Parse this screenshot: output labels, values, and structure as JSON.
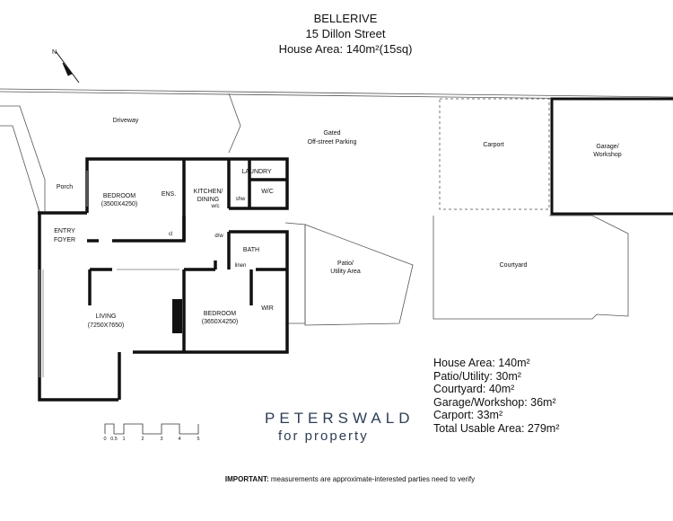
{
  "header": {
    "suburb": "BELLERIVE",
    "address": "15 Dillon Street",
    "house_area": "House Area: 140m²(15sq)"
  },
  "rooms": {
    "driveway": "Driveway",
    "porch": "Porch",
    "entry": [
      "ENTRY",
      "FOYER"
    ],
    "bedroom1": [
      "BEDROOM",
      "(3500X4250)"
    ],
    "ensuite": "ENS.",
    "cl": "cl",
    "kitchen": [
      "KITCHEN/",
      "DINING"
    ],
    "wc_small": "w/c",
    "dw": "d/w",
    "laundry": "LAUNDRY",
    "wc": "W/C",
    "shw": "shw",
    "bath": "BATH",
    "linen": "linen",
    "living": [
      "LIVING",
      "(7250X7650)"
    ],
    "bedroom2": [
      "BEDROOM",
      "(3650X4250)"
    ],
    "wir": "WIR",
    "parking": [
      "Gated",
      "Off-street Parking"
    ],
    "patio": [
      "Patio/",
      "Utility Area"
    ],
    "carport": "Carport",
    "garage": [
      "Garage/",
      "Workshop"
    ],
    "courtyard": "Courtyard"
  },
  "scale": [
    "0",
    "0.5",
    "1",
    "2",
    "3",
    "4",
    "5"
  ],
  "areas": [
    "House Area: 140m²",
    "Patio/Utility: 30m²",
    "Courtyard: 40m²",
    "Garage/Workshop: 36m²",
    "Carport: 33m²",
    "Total Usable Area: 279m²"
  ],
  "logo": {
    "name": "PETERSWALD",
    "tagline": "for property"
  },
  "note": {
    "bold": "IMPORTANT:",
    "text": " measurements are approximate-interested parties need to verify"
  }
}
